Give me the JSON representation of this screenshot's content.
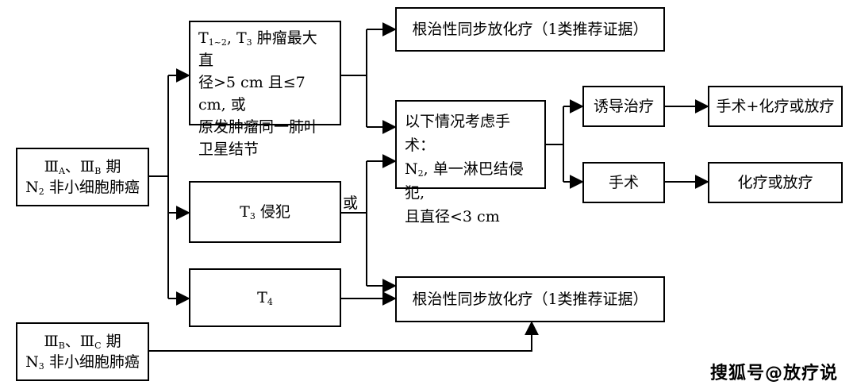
{
  "stage_a": {
    "line1_a": "Ⅲ",
    "sub_a": "A",
    "line1_b": "、Ⅲ",
    "sub_b": "B",
    "line1_c": " 期",
    "line2_a": "N",
    "sub_n": "2",
    "line2_b": " 非小细胞肺癌"
  },
  "stage_b": {
    "line1_a": "Ⅲ",
    "sub_a": "B",
    "line1_b": "、Ⅲ",
    "sub_b": "C",
    "line1_c": " 期",
    "line2_a": "N",
    "sub_n": "3",
    "line2_b": " 非小细胞肺癌"
  },
  "t12_box": {
    "pre": "T",
    "sub1": "1~2",
    "mid": ", T",
    "sub2": "3",
    "post": " 肿瘤最大直",
    "line2": "径>5 cm 且≤7 cm, 或",
    "line3": "原发肿瘤同一肺叶",
    "line4": "卫星结节"
  },
  "t3_box": {
    "pre": "T",
    "sub": "3",
    "post": " 侵犯"
  },
  "t4_box": {
    "pre": "T",
    "sub": "4"
  },
  "or_label": "或",
  "radical_top": "根治性同步放化疗（1类推荐证据）",
  "radical_bottom": "根治性同步放化疗（1类推荐证据）",
  "surgery_consider": {
    "line1": "以下情况考虑手术：",
    "line2_pre": "N",
    "line2_sub": "2",
    "line2_post": ", 单一淋巴结侵犯,",
    "line3": "且直径<3 cm"
  },
  "induction": "诱导治疗",
  "surgery": "手术",
  "surgery_chemo": "手术+化疗或放疗",
  "chemo_or_radio": "化疗或放疗",
  "watermark": "搜狐号@放疗说"
}
